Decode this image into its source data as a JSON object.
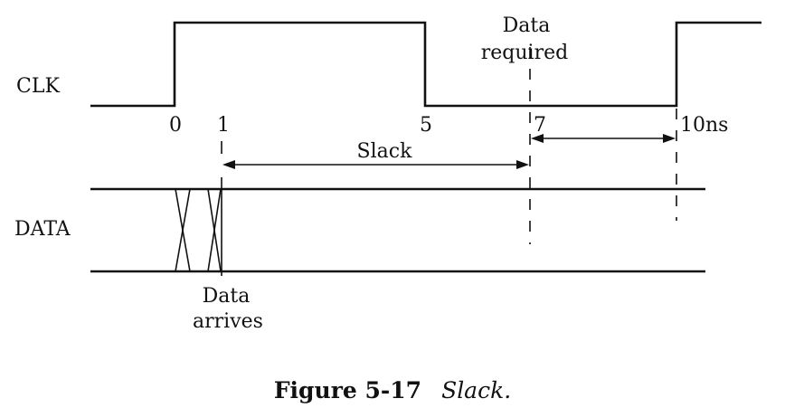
{
  "signals": {
    "clk_label": "CLK",
    "data_label": "DATA"
  },
  "time_marks": {
    "t0": "0",
    "t1": "1",
    "t5": "5",
    "t7": "7",
    "t10": "10ns"
  },
  "annotations": {
    "data_required_line1": "Data",
    "data_required_line2": "required",
    "slack": "Slack",
    "data_arrives_line1": "Data",
    "data_arrives_line2": "arrives"
  },
  "caption": {
    "number": "Figure 5-17",
    "title": "Slack."
  }
}
